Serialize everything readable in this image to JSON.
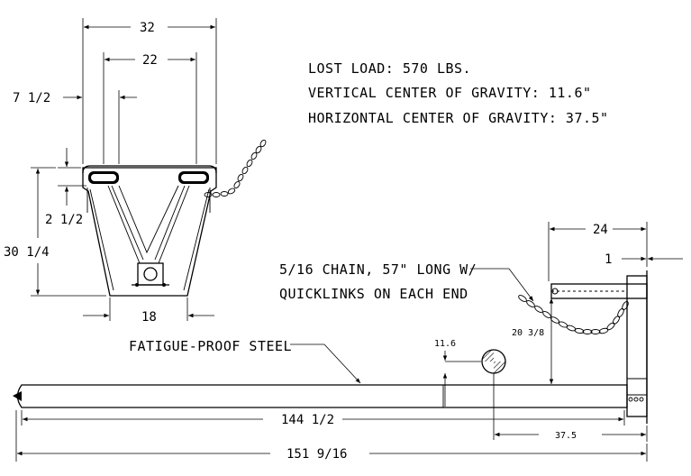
{
  "notes": {
    "line1": "LOST LOAD: 570 LBS.",
    "line2": "VERTICAL CENTER OF GRAVITY: 11.6\"",
    "line3": "HORIZONTAL CENTER OF GRAVITY: 37.5\""
  },
  "front_view": {
    "dim_width_outer": "32",
    "dim_width_inner": "22",
    "dim_side_offset": "7 1/2",
    "dim_pocket_height": "2 1/2",
    "dim_height": "30 1/4",
    "dim_bottom_width": "18"
  },
  "side_view": {
    "dim_top_length": "24",
    "dim_plate": "1",
    "chain_label_line1": "5/16 CHAIN, 57\" LONG W/",
    "chain_label_line2": "QUICKLINKS ON EACH END",
    "dim_chain_height": "20 3/8",
    "dim_cg_vertical": "11.6",
    "steel_label": "FATIGUE-PROOF STEEL",
    "dim_boom_length": "144 1/2",
    "dim_cg_horizontal": "37.5",
    "dim_overall_length": "151 9/16"
  }
}
